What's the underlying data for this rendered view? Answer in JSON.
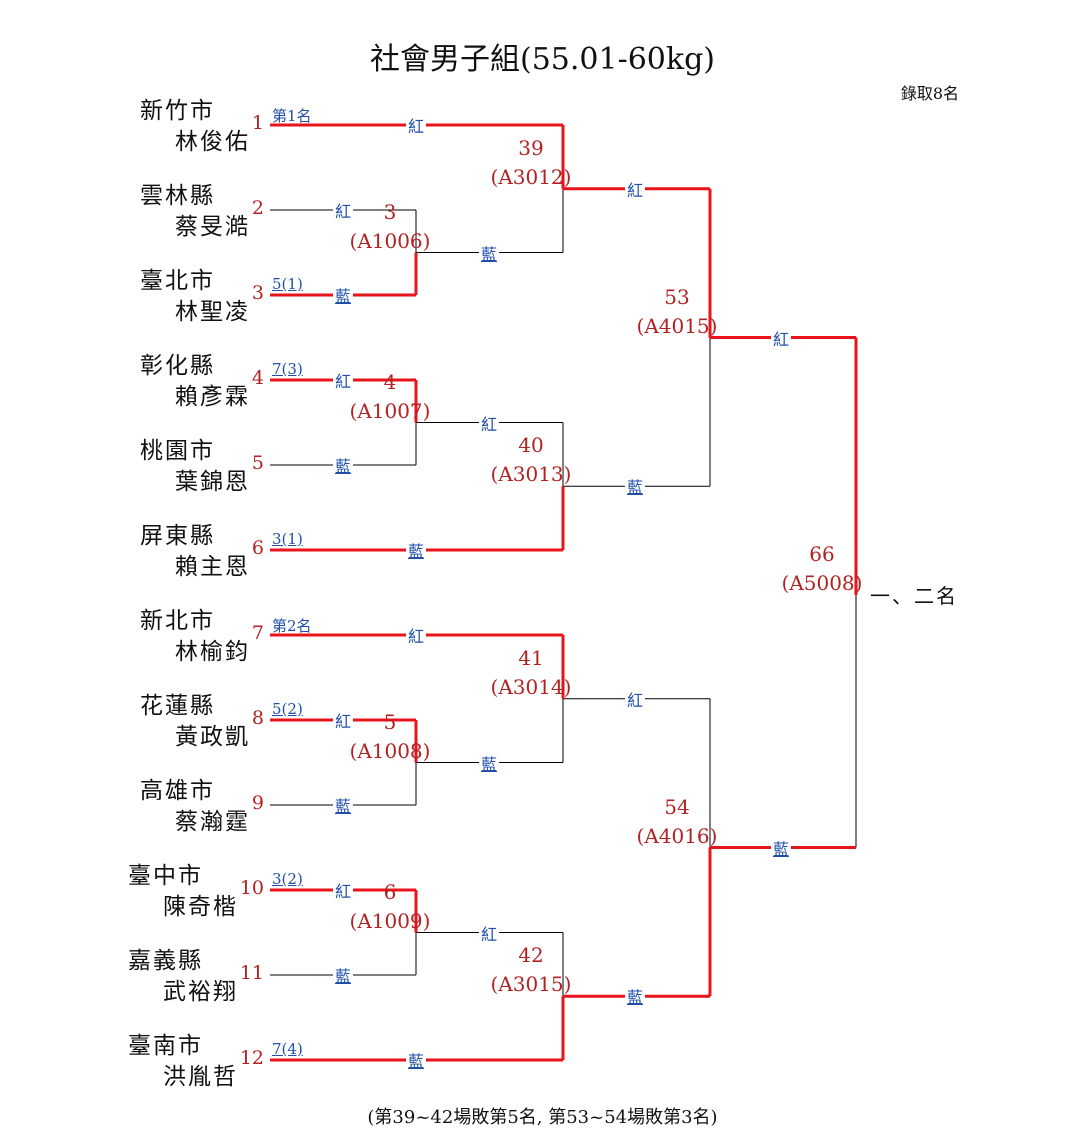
{
  "title": "社會男子組(55.01-60kg)",
  "quota": "錄取8名",
  "footnote": "(第39~42場敗第5名, 第53~54場敗第3名)",
  "final_label": "一、二名",
  "colors": {
    "win_line": "#e8131b",
    "line": "#000000",
    "seed": "#b22222",
    "tag": "#1f4fa8"
  },
  "tags": {
    "red": "紅",
    "blue": "藍"
  },
  "teams": [
    {
      "seed": "1",
      "city": "新竹市",
      "name": "林俊佑",
      "note": "第1名"
    },
    {
      "seed": "2",
      "city": "雲林縣",
      "name": "蔡旻澔",
      "note": ""
    },
    {
      "seed": "3",
      "city": "臺北市",
      "name": "林聖凌",
      "note": "5(1)"
    },
    {
      "seed": "4",
      "city": "彰化縣",
      "name": "賴彥霖",
      "note": "7(3)"
    },
    {
      "seed": "5",
      "city": "桃園市",
      "name": "葉錦恩",
      "note": ""
    },
    {
      "seed": "6",
      "city": "屏東縣",
      "name": "賴主恩",
      "note": "3(1)"
    },
    {
      "seed": "7",
      "city": "新北市",
      "name": "林榆鈞",
      "note": "第2名"
    },
    {
      "seed": "8",
      "city": "花蓮縣",
      "name": "黃政凱",
      "note": "5(2)"
    },
    {
      "seed": "9",
      "city": "高雄市",
      "name": "蔡瀚霆",
      "note": ""
    },
    {
      "seed": "10",
      "city": "臺中市",
      "name": "陳奇楷",
      "note": "3(2)"
    },
    {
      "seed": "11",
      "city": "嘉義縣",
      "name": "武裕翔",
      "note": ""
    },
    {
      "seed": "12",
      "city": "臺南市",
      "name": "洪胤哲",
      "note": "7(4)"
    }
  ],
  "matches": [
    {
      "no": "3",
      "code": "(A1006)"
    },
    {
      "no": "4",
      "code": "(A1007)"
    },
    {
      "no": "5",
      "code": "(A1008)"
    },
    {
      "no": "6",
      "code": "(A1009)"
    },
    {
      "no": "39",
      "code": "(A3012)"
    },
    {
      "no": "40",
      "code": "(A3013)"
    },
    {
      "no": "41",
      "code": "(A3014)"
    },
    {
      "no": "42",
      "code": "(A3015)"
    },
    {
      "no": "53",
      "code": "(A4015)"
    },
    {
      "no": "54",
      "code": "(A4016)"
    },
    {
      "no": "66",
      "code": "(A5008)"
    }
  ]
}
